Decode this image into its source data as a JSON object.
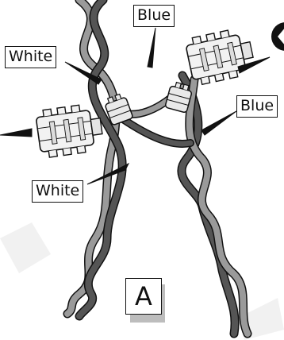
{
  "labels": {
    "blue_top": "Blue",
    "white_left": "White",
    "blue_right": "Blue",
    "white_lower": "White"
  },
  "marker": "A",
  "colors": {
    "white_wire": "#9a9a9a",
    "blue_wire": "#555555",
    "outline": "#111111",
    "connector_fill": "#f2f2f2"
  }
}
